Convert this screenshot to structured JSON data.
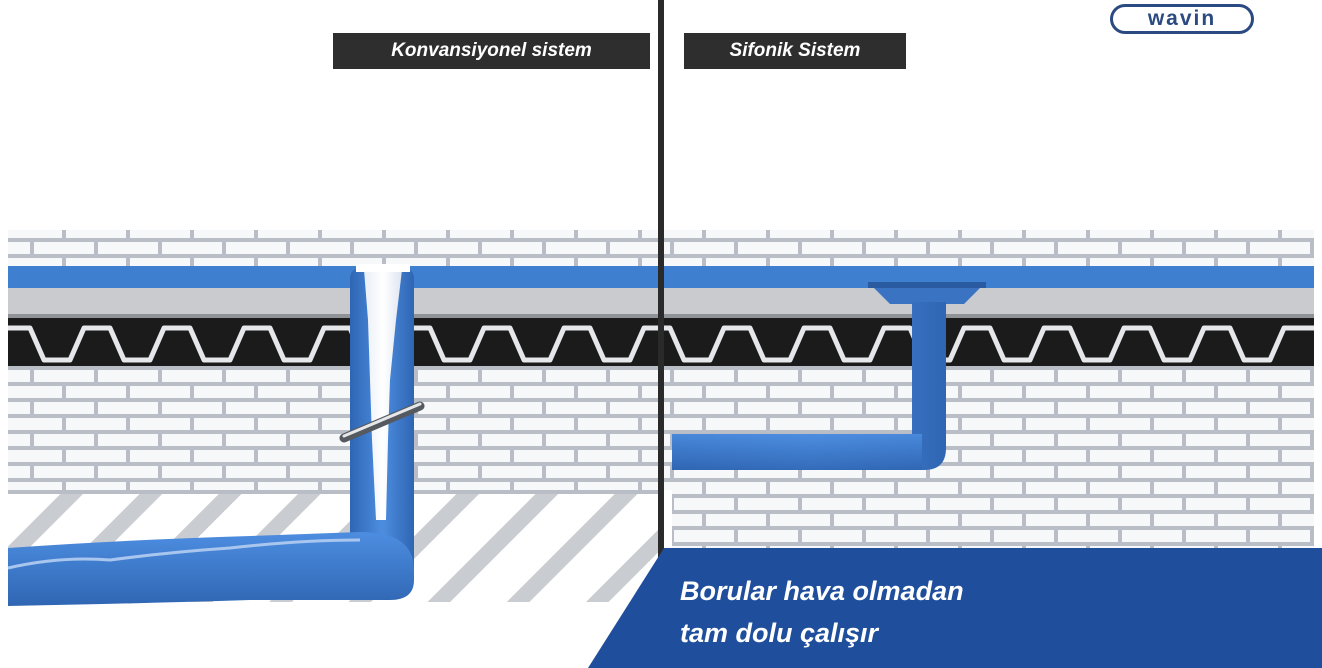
{
  "labels": {
    "conventional": "Konvansiyonel sistem",
    "siphonic": "Sifonik Sistem"
  },
  "logo": {
    "text": "wavin"
  },
  "caption": {
    "line1": "Borular hava olmadan",
    "line2": "tam dolu çalışır"
  },
  "colors": {
    "pipe_blue": "#3f7fd0",
    "pipe_blue_dark": "#2f66b3",
    "panel_blue": "#1f4e9c",
    "brick_fill": "#f2f3f5",
    "brick_line": "#b9bec6",
    "divider": "#2a2a2a",
    "label_bg": "#2e2e2e",
    "logo": "#2b4a82"
  }
}
